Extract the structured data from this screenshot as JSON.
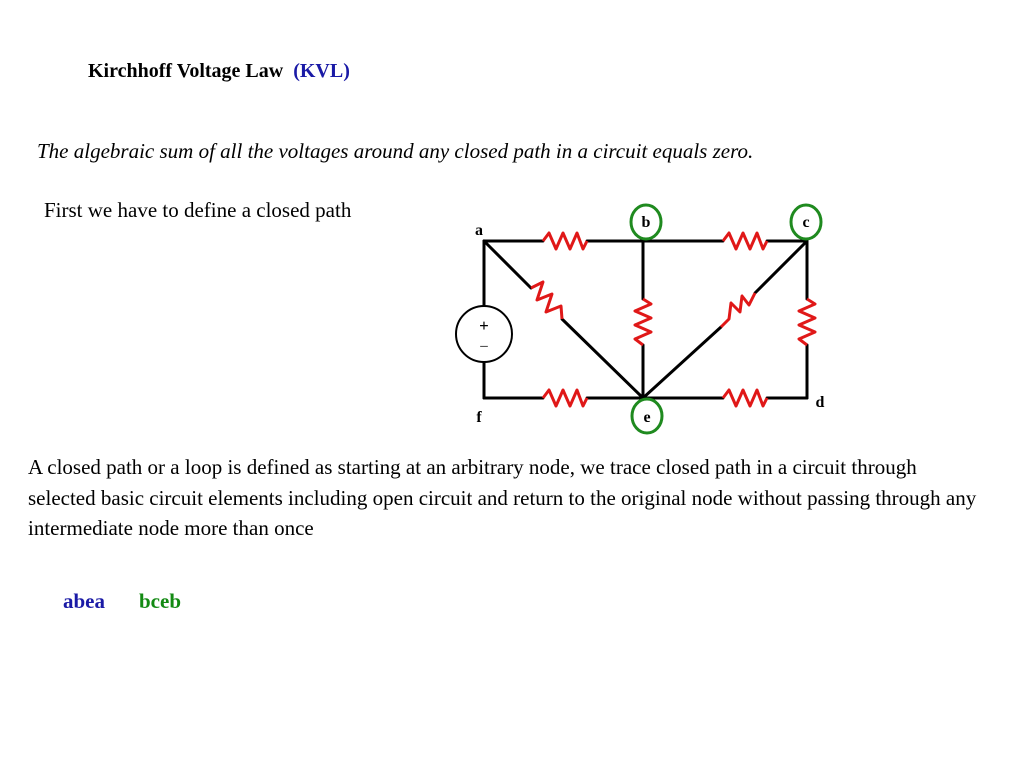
{
  "slide": {
    "title": "Kirchhoff Voltage Law",
    "title_accent": "(KVL)",
    "definition": "The algebraic sum of all the voltages around any closed path in a circuit equals zero.",
    "subheading": "First we have to define a closed path",
    "explanation": "A closed path or a loop is defined as starting at an arbitrary node, we trace closed path in a circuit through selected basic circuit elements including open circuit and return to the original node without passing through any intermediate node more than once",
    "path_1": "abea",
    "path_2": "bceb"
  },
  "circuit": {
    "nodes": {
      "a": "a",
      "b": "b",
      "c": "c",
      "d": "d",
      "e": "e",
      "f": "f"
    },
    "source": {
      "plus": "+",
      "minus": "–"
    }
  },
  "colors": {
    "title_accent": "#1a1aa6",
    "path_1": "#1a1aa6",
    "path_2": "#138a13",
    "resistor": "#e01818",
    "wire": "#000000",
    "node_highlight": "#1f8a1f"
  },
  "icons": {
    "resistor": "resistor-zigzag-icon",
    "source": "voltage-source-icon"
  }
}
